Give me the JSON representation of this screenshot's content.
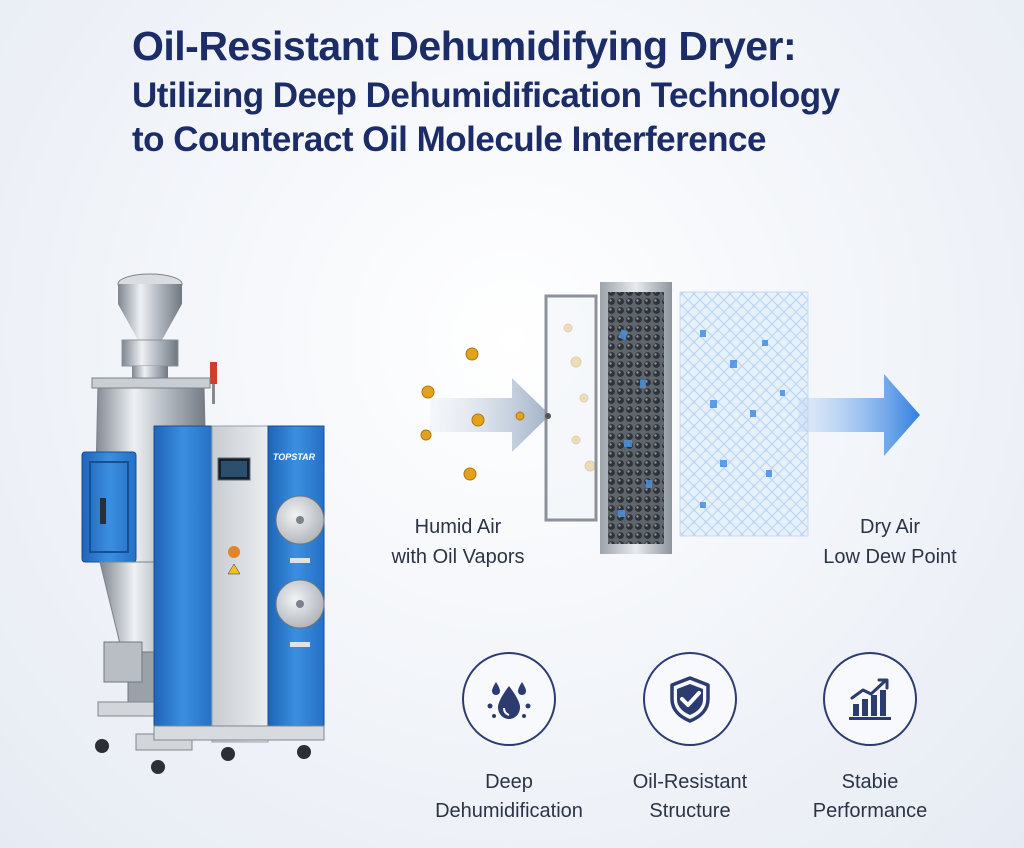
{
  "title": {
    "line1": "Oil-Resistant Dehumidifying Dryer:",
    "line2": "Utilizing Deep Dehumidification Technology",
    "line3": "to Counteract Oil Molecule Interference"
  },
  "machine": {
    "brand": "TOPSTAR"
  },
  "flow": {
    "input_line1": "Humid Air",
    "input_line2": "with Oil Vapors",
    "output_line1": "Dry Air",
    "output_line2": "Low Dew Point"
  },
  "features": [
    {
      "icon": "water-drops-icon",
      "line1": "Deep",
      "line2": "Dehumidification"
    },
    {
      "icon": "shield-check-icon",
      "line1": "Oil-Resistant",
      "line2": "Structure"
    },
    {
      "icon": "bar-chart-growth-icon",
      "line1": "Stabie",
      "line2": "Performance"
    }
  ],
  "colors": {
    "title": "#1b2c66",
    "machine_blue": "#2f7fd1",
    "oil_droplet": "#e3a21c",
    "air_arrow": "#2f7fe0",
    "icon_navy": "#2c3b70"
  }
}
